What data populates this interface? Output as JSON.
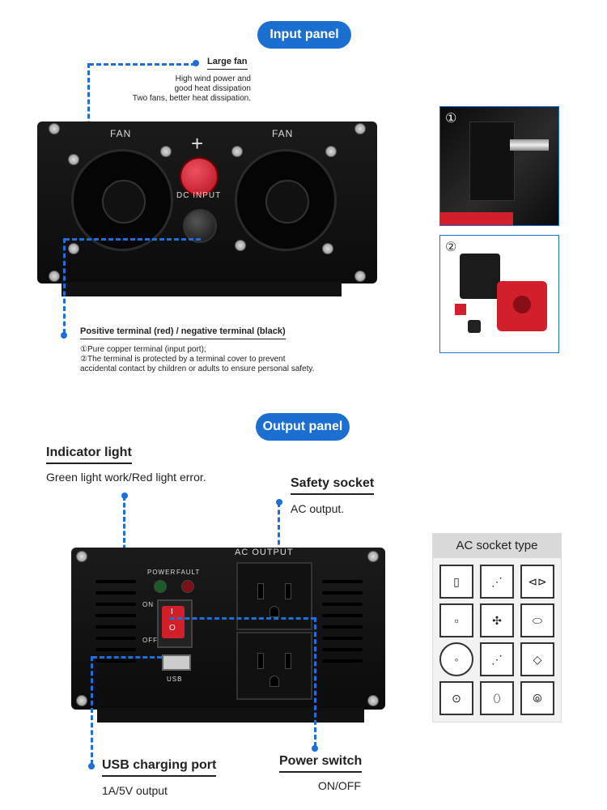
{
  "input_panel": {
    "title": "Input panel",
    "large_fan": {
      "heading": "Large fan",
      "lines": [
        "High wind power and",
        "good heat dissipation",
        "Two fans, better heat dissipation."
      ]
    },
    "device_labels": {
      "fan_left": "FAN",
      "fan_right": "FAN",
      "plus": "+",
      "dc_input": "DC INPUT"
    },
    "terminal": {
      "heading": "Positive terminal (red) / negative terminal (black)",
      "line1": "①Pure copper terminal (input port);",
      "line2": "②The terminal is protected by a terminal cover to prevent",
      "line3": "accidental contact by children or adults to ensure personal safety."
    },
    "photo1_num": "①",
    "photo2_num": "②"
  },
  "output_panel": {
    "title": "Output panel",
    "indicator": {
      "heading": "Indicator light",
      "desc": "Green light work/Red light error."
    },
    "safety_socket": {
      "heading": "Safety socket",
      "desc": "AC output."
    },
    "usb": {
      "heading": "USB charging port",
      "desc": "1A/5V output"
    },
    "power_switch": {
      "heading": "Power switch",
      "desc": "ON/OFF"
    },
    "device_labels": {
      "ac_output": "AC OUTPUT",
      "power": "POWER",
      "fault": "FAULT",
      "on": "ON",
      "off": "OFF",
      "usb": "USB",
      "switch_on": "I",
      "switch_off": "O"
    }
  },
  "socket_types": {
    "title": "AC socket type",
    "icons": [
      "us-plug-icon",
      "au-plug-icon",
      "universal-plug-icon",
      "uk-plug-icon",
      "multi-plug-icon",
      "swiss-plug-icon",
      "eu-round-plug-icon",
      "au-small-plug-icon",
      "it-plug-icon",
      "schuko-plug-icon",
      "schuko-2-plug-icon",
      "sa-plug-icon"
    ]
  },
  "colors": {
    "accent": "#1b6fd1",
    "terminal_red": "#d11f2c"
  }
}
